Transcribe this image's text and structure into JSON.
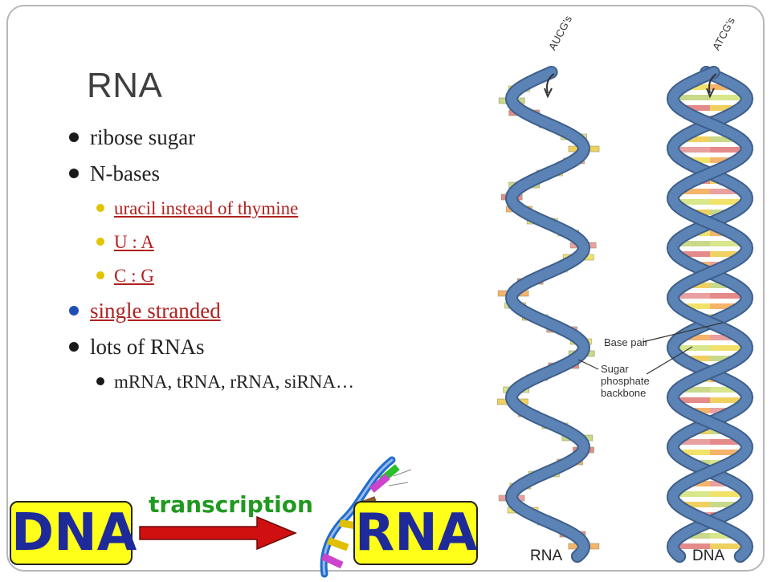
{
  "slide": {
    "title": "RNA",
    "bullets": [
      {
        "text": "ribose sugar"
      },
      {
        "text": "N-bases"
      },
      {
        "text": "uracil instead of thymine"
      },
      {
        "text": "U : A"
      },
      {
        "text": "C : G"
      },
      {
        "text": "single stranded"
      },
      {
        "text": "lots of RNAs"
      },
      {
        "text": "mRNA, tRNA, rRNA, siRNA…"
      }
    ]
  },
  "figure": {
    "label_rna_top": "AUCG's",
    "label_dna_top": "ATCG's",
    "base_pair": "Base pair",
    "sugar_backbone_line1": "Sugar",
    "sugar_backbone_line2": "phosphate",
    "sugar_backbone_line3": "backbone",
    "label_rna": "RNA",
    "label_dna": "DNA"
  },
  "banner": {
    "dna": "DNA",
    "transcription": "transcription",
    "rna": "RNA"
  },
  "colors": {
    "link": "#b0211f",
    "backbone": "#5c83b5",
    "banner_box": "#ffff1a",
    "banner_text": "#1f2a9a",
    "transcription": "#1f9a1f",
    "arrow": "#d01010"
  }
}
